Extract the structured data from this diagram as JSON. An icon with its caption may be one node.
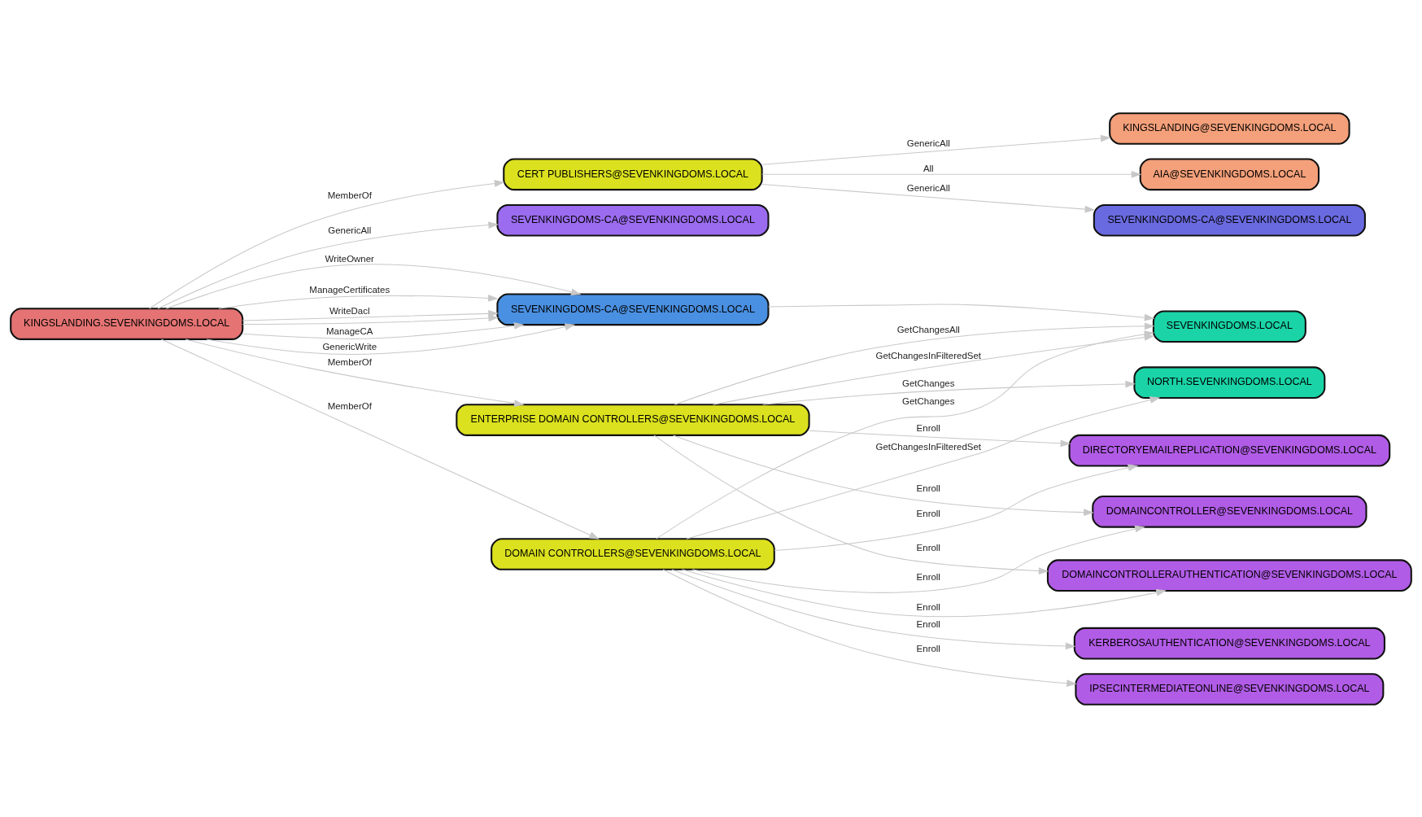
{
  "diagram": {
    "nodes": [
      {
        "text": [
          "KINGSLANDING.SEVENKINGDOMS.LOCAL"
        ]
      },
      {
        "text": [
          "CERT PUBLISHERS@SEVENKINGDOMS.LOCAL"
        ]
      },
      {
        "text": [
          "SEVENKINGDOMS-CA@SEVENKINGDOMS.LOCAL"
        ]
      },
      {
        "text": [
          "SEVENKINGDOMS-CA@SEVENKINGDOMS.LOCAL"
        ]
      },
      {
        "text": [
          "ENTERPRISE DOMAIN CONTROLLERS@SEVENKINGDOMS.LOCAL"
        ]
      },
      {
        "text": [
          "DOMAIN CONTROLLERS@SEVENKINGDOMS.LOCAL"
        ]
      },
      {
        "text": [
          "KINGSLANDING@SEVENKINGDOMS.LOCAL"
        ]
      },
      {
        "text": [
          "AIA@SEVENKINGDOMS.LOCAL"
        ]
      },
      {
        "text": [
          "SEVENKINGDOMS-CA@SEVENKINGDOMS.LOCAL"
        ]
      },
      {
        "text": [
          "NORTH.SEVENKINGDOMS.LOCAL"
        ]
      },
      {
        "text": [
          "SEVENKINGDOMS.LOCAL"
        ]
      },
      {
        "text": [
          "KERBEROSAUTHENTICATION@SEVENKINGDOMS.LOCAL"
        ]
      },
      {
        "text": [
          "DIRECTORYEMAILREPLICATION@SEVENKINGDOMS.LOCAL"
        ]
      },
      {
        "text": [
          "DOMAINCONTROLLERAUTHENTICATION@SEVENKINGDOMS.LOCAL"
        ]
      },
      {
        "text": [
          "DOMAINCONTROLLER@SEVENKINGDOMS.LOCAL"
        ]
      },
      {
        "text": [
          "IPSECINTERMEDIATEONLINE@SEVENKINGDOMS.LOCAL"
        ]
      }
    ],
    "edges": [
      {
        "from": 0,
        "to": 3,
        "arrow": "to",
        "label": "WriteOwner"
      },
      {
        "from": 0,
        "to": 1,
        "arrow": "to",
        "label": "MemberOf"
      },
      {
        "from": 0,
        "to": 3,
        "arrow": "to",
        "label": "ManageCertificates"
      },
      {
        "from": 0,
        "to": 2,
        "arrow": "to",
        "label": "GenericAll"
      },
      {
        "from": 0,
        "to": 3,
        "arrow": "to",
        "label": "WriteDacl"
      },
      {
        "from": 0,
        "to": 3,
        "arrow": "to"
      },
      {
        "from": 0,
        "to": 4,
        "arrow": "to",
        "label": "MemberOf"
      },
      {
        "from": 0,
        "to": 3,
        "arrow": "to",
        "label": "ManageCA"
      },
      {
        "from": 0,
        "to": 5,
        "arrow": "to",
        "label": "MemberOf"
      },
      {
        "from": 0,
        "to": 3,
        "arrow": "to",
        "label": "GenericWrite"
      },
      {
        "from": 1,
        "to": 6,
        "arrow": "to",
        "label": "GenericAll"
      },
      {
        "from": 1,
        "to": 7,
        "arrow": "to",
        "label": "All"
      },
      {
        "from": 1,
        "to": 8,
        "arrow": "to",
        "label": "GenericAll"
      },
      {
        "from": 3,
        "to": 10,
        "arrow": "to"
      },
      {
        "from": 4,
        "to": 9,
        "arrow": "to",
        "label": "GetChanges"
      },
      {
        "from": 4,
        "to": 10,
        "arrow": "to",
        "label": "GetChangesInFilteredSet"
      },
      {
        "from": 5,
        "to": 9,
        "arrow": "to",
        "label": "GetChangesInFilteredSet"
      },
      {
        "from": 5,
        "to": 10,
        "arrow": "to",
        "label": "GetChanges"
      },
      {
        "from": 4,
        "to": 10,
        "arrow": "to",
        "label": "GetChangesAll"
      },
      {
        "from": 4,
        "to": 12,
        "arrow": "to",
        "label": "Enroll"
      },
      {
        "from": 5,
        "to": 11,
        "arrow": "to",
        "label": "Enroll"
      },
      {
        "from": 4,
        "to": 13,
        "arrow": "to",
        "label": "Enroll"
      },
      {
        "from": 5,
        "to": 12,
        "arrow": "to",
        "label": "Enroll"
      },
      {
        "from": 4,
        "to": 14,
        "arrow": "to",
        "label": "Enroll"
      },
      {
        "from": 5,
        "to": 13,
        "arrow": "to",
        "label": "Enroll"
      },
      {
        "from": 5,
        "to": 14,
        "arrow": "to",
        "label": "Enroll"
      },
      {
        "from": 5,
        "to": 15,
        "arrow": "to",
        "label": "Enroll"
      }
    ]
  }
}
